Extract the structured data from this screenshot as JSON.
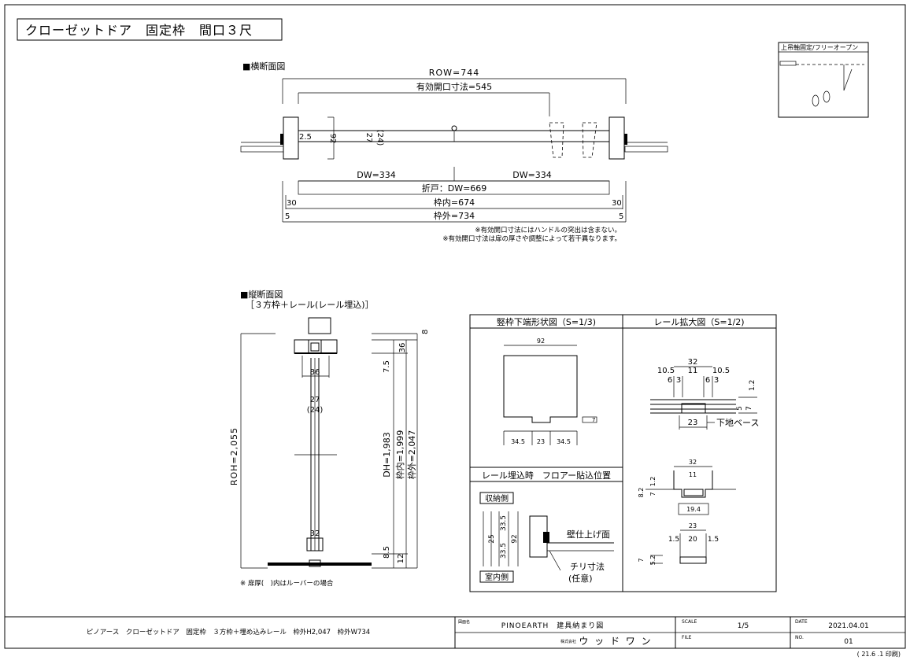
{
  "title": "クローゼットドア　固定枠　間口３尺",
  "legend_box": {
    "label": "上吊軸固定/フリーオープン"
  },
  "plan": {
    "heading": "■横断面図",
    "row": "ROW=744",
    "effective": "有効開口寸法=545",
    "dim_2_5": "2.5",
    "dim_92": "92",
    "dim_27": "27",
    "dim_24": "(24)",
    "dw_left": "DW=334",
    "dw_right": "DW=334",
    "fold": "折戸：DW=669",
    "inner": "枠内=674",
    "outer": "枠外=734",
    "n30_left": "30",
    "n30_right": "30",
    "n5_left": "5",
    "n5_right": "5",
    "note1": "※有効開口寸法にはハンドルの突出は含まない。",
    "note2": "※有効開口寸法は扉の厚さや調整によって若干異なります。"
  },
  "section": {
    "heading": "■縦断面図",
    "subheading": "［３方枠＋レール(レール埋込)］",
    "roh": "ROH=2,055",
    "dim_86": "86",
    "dim_27": "27",
    "dim_24": "(24)",
    "dim_32": "32",
    "dim_8": "8",
    "dim_36": "36",
    "dim_7_5": "7.5",
    "dh": "DH=1,983",
    "inner": "枠内=1,999",
    "outer": "枠外=2,047",
    "dim_8_5": "8.5",
    "dim_12": "12",
    "note": "※ 扉厚(　)内はルーバーの場合"
  },
  "panels": {
    "frame_bottom": {
      "title": "竪枠下端形状図（S=1/3)",
      "dim_92": "92",
      "dim_34_5_a": "34.5",
      "dim_23": "23",
      "dim_34_5_b": "34.5",
      "dim_7": "7"
    },
    "rail_detail": {
      "title": "レール拡大図（S=1/2)",
      "dim_32": "32",
      "dim_10_5_a": "10.5",
      "dim_11": "11",
      "dim_10_5_b": "10.5",
      "dim_6_a": "6",
      "dim_3_a": "3",
      "dim_6_b": "6",
      "dim_3_b": "3",
      "dim_1_2": "1.2",
      "dim_5": "5",
      "dim_7": "7",
      "dim_23": "23",
      "base_label": "下地ベース",
      "b_dim_32": "32",
      "b_dim_11": "11",
      "b_dim_8_2": "8.2",
      "b_dim_1_2": "1.2",
      "b_dim_7": "7",
      "b_dim_19_4": "19.4",
      "c_dim_23": "23",
      "c_dim_1_5_a": "1.5",
      "c_dim_20": "20",
      "c_dim_1_5_b": "1.5",
      "c_dim_7": "7",
      "c_dim_5_2": "5.2"
    },
    "floor": {
      "title": "レール埋込時　フロアー貼込位置",
      "storage_side": "収納側",
      "room_side": "室内側",
      "dim_25": "25",
      "dim_33_5_a": "33.5",
      "dim_33_5_b": "33.5",
      "dim_92": "92",
      "wall_finish": "壁仕上げ面",
      "chiri": "チリ寸法",
      "optional": "(任意)"
    }
  },
  "title_block": {
    "description": "ピノアース　クローゼットドア　固定枠　３方枠＋埋め込みレール　枠外H2,047　枠外W734",
    "drawing_name_label": "図面名",
    "drawing_name": "PINOEARTH　建具納まり図",
    "company_prefix": "株式会社",
    "company": "ウ ッ ド ワ ン",
    "scale_label": "SCALE",
    "scale": "1/5",
    "file_label": "FILE",
    "date_label": "DATE",
    "date": "2021.04.01",
    "no_label": "NO.",
    "no": "01",
    "print_note": "( 21.6 .1  印刷)"
  }
}
